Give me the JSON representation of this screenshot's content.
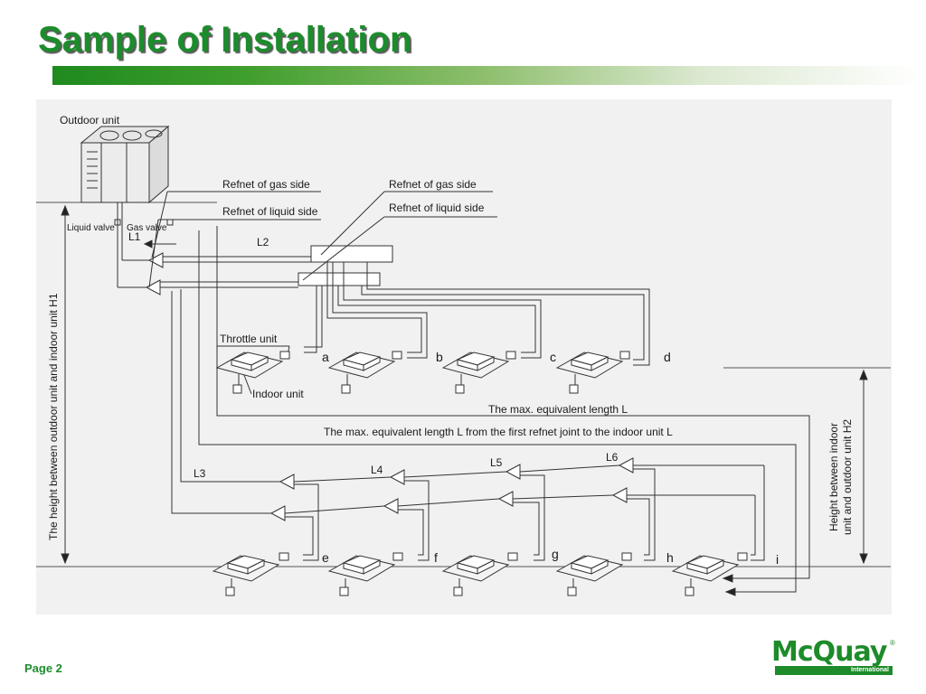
{
  "slide": {
    "title": "Sample of Installation",
    "page_label": "Page 2"
  },
  "diagram": {
    "outdoor_unit_label": "Outdoor unit",
    "liquid_valve_label": "Liquid valve",
    "gas_valve_label": "Gas valve",
    "refnet_gas_side_1": "Refnet of gas side",
    "refnet_liquid_side_1": "Refnet of liquid side",
    "refnet_gas_side_2": "Refnet of gas side",
    "refnet_liquid_side_2": "Refnet of liquid side",
    "throttle_unit_label": "Throttle unit",
    "indoor_unit_label": "Indoor unit",
    "max_equiv_length": "The max. equivalent length L",
    "max_equiv_length_first_refnet": "The max. equivalent length L from the first refnet joint to the indoor unit L",
    "height_h1": "The height between outdoor unit and indoor unit H1",
    "height_h2_line1": "Height between indoor",
    "height_h2_line2": "unit and outdoor unit H2",
    "pipe_labels": [
      "L1",
      "L2",
      "L3",
      "L4",
      "L5",
      "L6"
    ],
    "indoor_unit_letters_top": [
      "a",
      "b",
      "c",
      "d"
    ],
    "indoor_unit_letters_bottom": [
      "e",
      "f",
      "g",
      "h",
      "i"
    ]
  },
  "logo": {
    "name": "McQuay",
    "registered": "®",
    "subtitle": "International"
  }
}
